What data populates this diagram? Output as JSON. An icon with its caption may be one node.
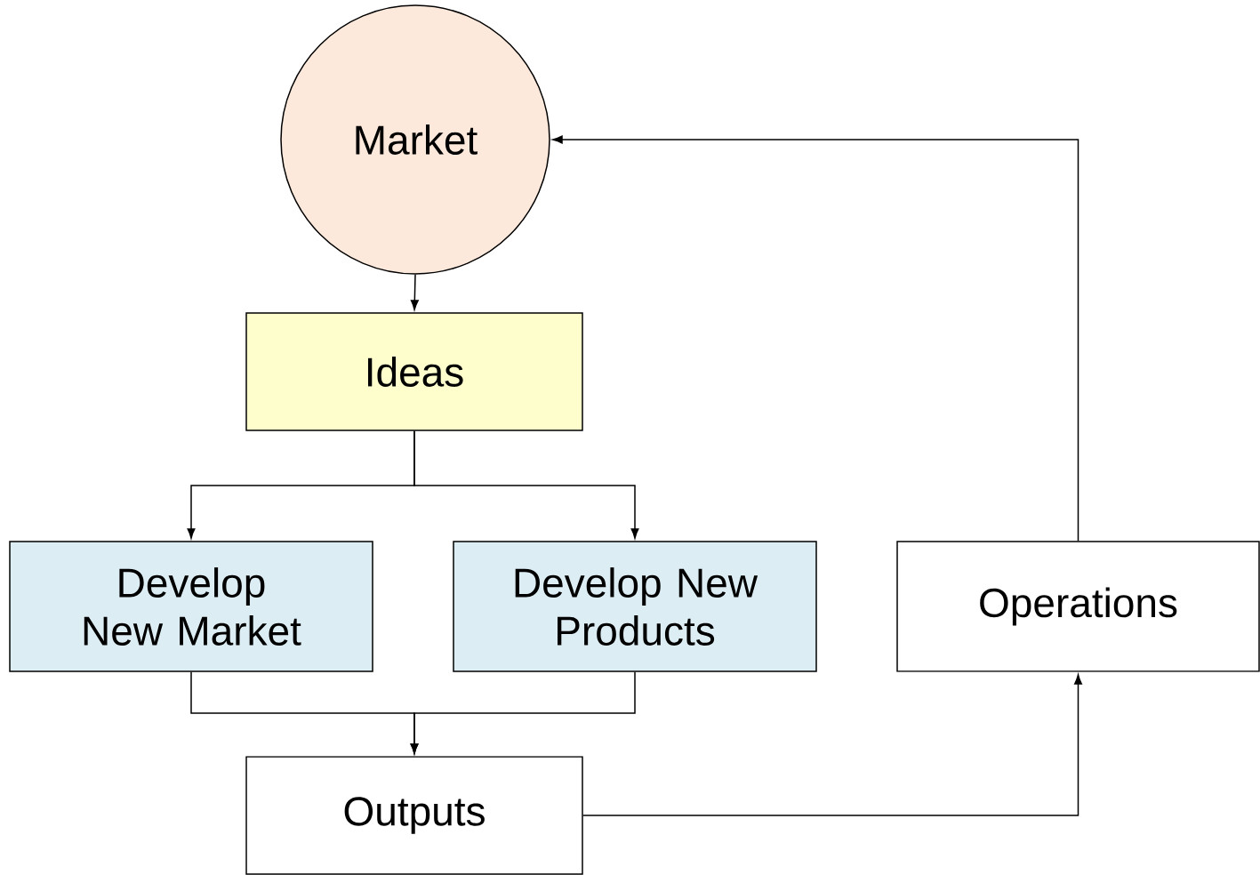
{
  "diagram": {
    "nodes": [
      {
        "text": [
          "Market"
        ]
      },
      {
        "text": [
          "Ideas"
        ]
      },
      {
        "text": [
          "Develop New Market"
        ]
      },
      {
        "text": [
          "Develop New Products"
        ]
      },
      {
        "text": [
          "Operations"
        ]
      },
      {
        "text": [
          "Outputs"
        ]
      }
    ],
    "edges": [
      {
        "from": 0,
        "to": 1,
        "arrow": "to"
      },
      {
        "from": 1,
        "to": 2,
        "arrow": "to"
      },
      {
        "from": 1,
        "to": 3,
        "arrow": "to"
      },
      {
        "from": 2,
        "to": 5,
        "arrow": "to"
      },
      {
        "from": 3,
        "to": 5,
        "arrow": "to"
      },
      {
        "from": 5,
        "to": 4,
        "arrow": "to"
      },
      {
        "from": 4,
        "to": 0,
        "arrow": "to"
      }
    ]
  }
}
